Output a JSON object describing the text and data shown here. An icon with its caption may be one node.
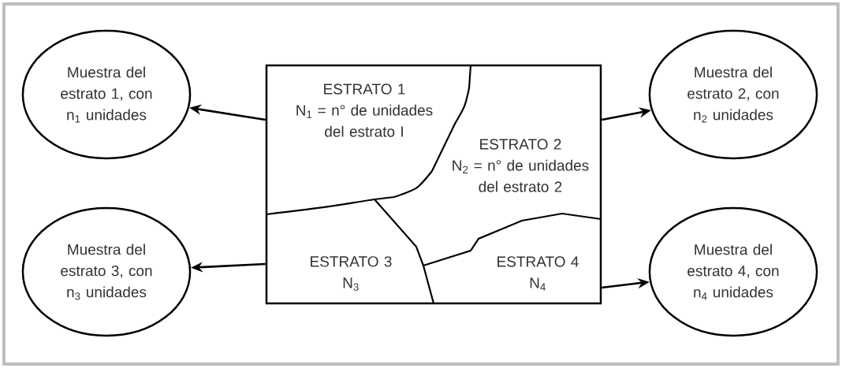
{
  "diagram": {
    "nodes": [
      {
        "text": [],
        "shape": "box"
      },
      {
        "text": [
          "ESTRATO 1",
          "N$_{1}$ = n° de unidades del estrato I"
        ],
        "in": 0
      },
      {
        "text": [
          "ESTRATO 2",
          "N$_{2}$ = n° de unidades del estrato 2"
        ],
        "in": 0
      },
      {
        "text": [
          "ESTRATO 3",
          "N$_{3}$"
        ],
        "in": 0
      },
      {
        "text": [
          "ESTRATO 4",
          "N$_{4}$"
        ],
        "in": 0
      },
      {
        "text": [
          "Muestra del estrato 1, con n$_{1}$ unidades"
        ]
      },
      {
        "text": [
          "Muestra del estrato 2, con n$_{2}$ unidades"
        ]
      },
      {
        "text": [
          "Muestra del estrato 3, con n$_{3}$ unidades"
        ]
      },
      {
        "text": [
          "Muestra del estrato 4, con n$_{4}$ unidades"
        ]
      }
    ],
    "edges": [
      {
        "from": 0,
        "to": 5,
        "arrow": "to"
      },
      {
        "from": 0,
        "to": 6,
        "arrow": "to"
      },
      {
        "from": 0,
        "to": 7,
        "arrow": "to"
      },
      {
        "from": 0,
        "to": 8,
        "arrow": "to"
      }
    ]
  }
}
